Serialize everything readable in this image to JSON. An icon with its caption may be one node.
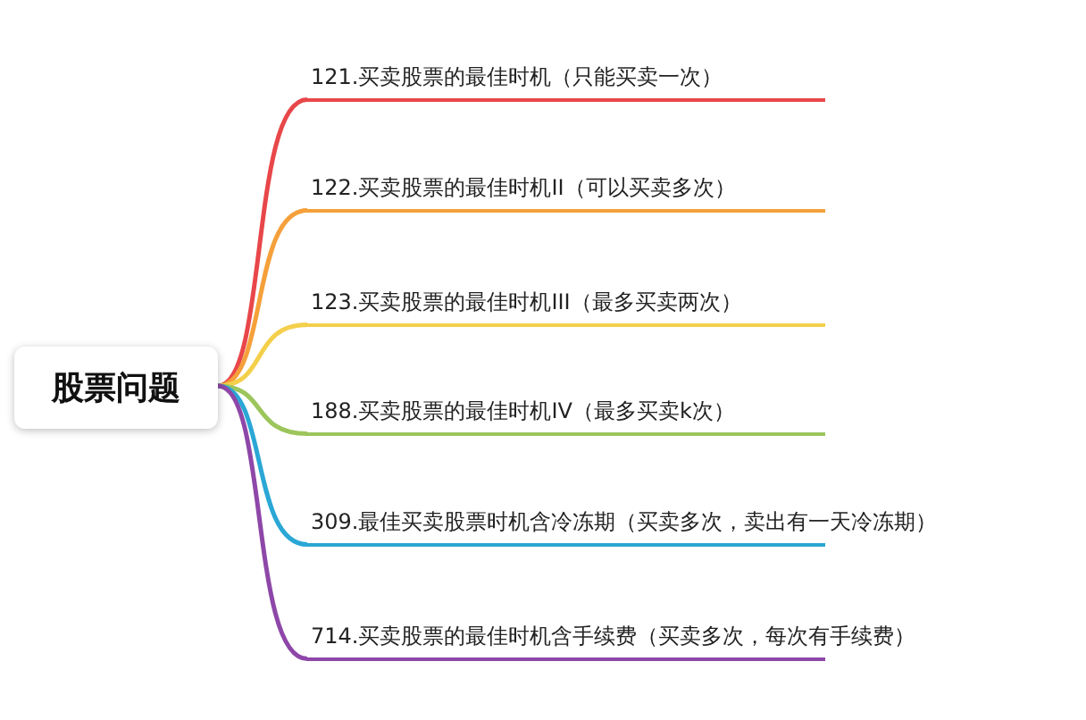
{
  "diagram": {
    "nodes": [
      {
        "text": [
          "股票问题"
        ]
      },
      {
        "text": [
          "121.买卖股票的最佳时机（只能买卖一次）"
        ]
      },
      {
        "text": [
          "122.买卖股票的最佳时机II（可以买卖多次）"
        ]
      },
      {
        "text": [
          "123.买卖股票的最佳时机III（最多买卖两次）"
        ]
      },
      {
        "text": [
          "188.买卖股票的最佳时机IV（最多买卖k次）"
        ]
      },
      {
        "text": [
          "309.最佳买卖股票时机含冷冻期（买卖多次，卖出有一天冷冻期）"
        ]
      },
      {
        "text": [
          "714.买卖股票的最佳时机含手续费（买卖多次，每次有手续费）"
        ]
      }
    ],
    "edges": [
      {
        "from": 0,
        "to": 1,
        "arrow": "none",
        "color": "#e8474a"
      },
      {
        "from": 0,
        "to": 2,
        "arrow": "none",
        "color": "#f5a03a"
      },
      {
        "from": 0,
        "to": 3,
        "arrow": "none",
        "color": "#f4cf4a"
      },
      {
        "from": 0,
        "to": 4,
        "arrow": "none",
        "color": "#9cc55b"
      },
      {
        "from": 0,
        "to": 5,
        "arrow": "none",
        "color": "#2aa7d5"
      },
      {
        "from": 0,
        "to": 6,
        "arrow": "none",
        "color": "#8e47a8"
      }
    ]
  }
}
